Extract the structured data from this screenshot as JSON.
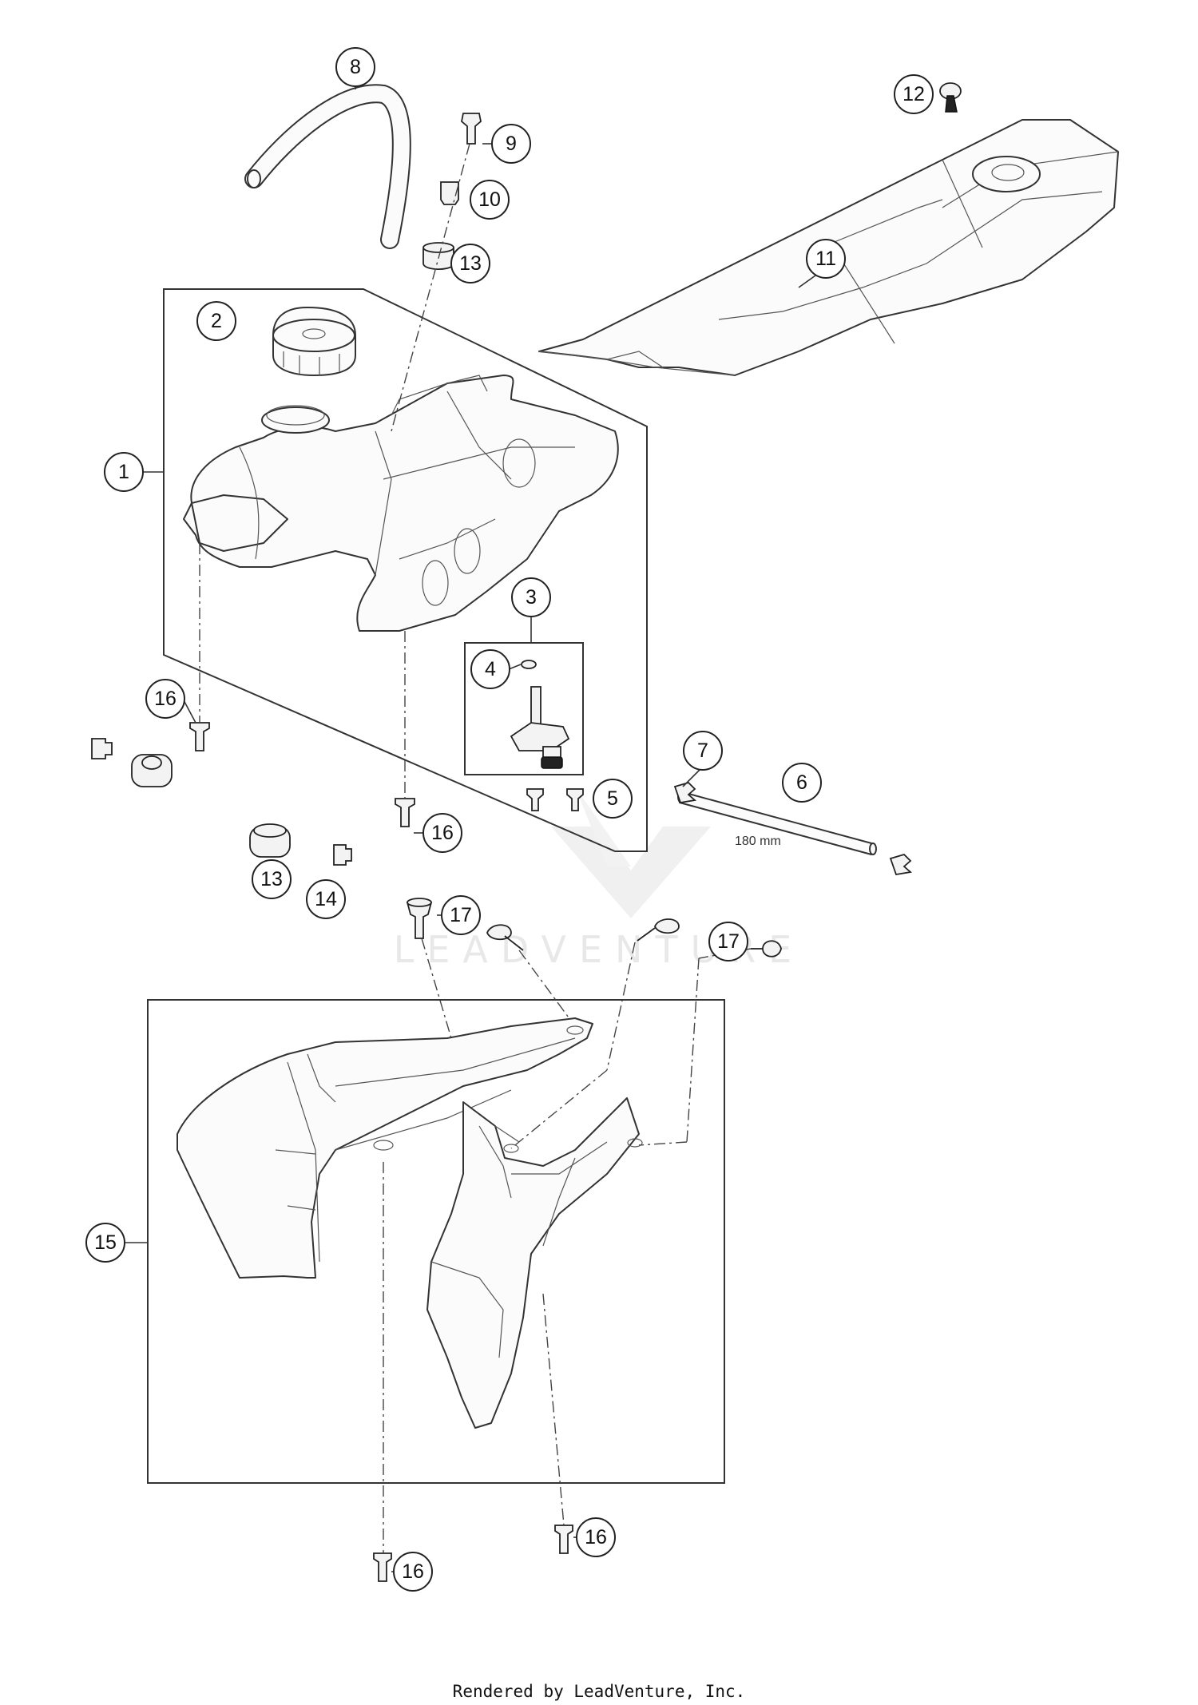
{
  "callouts": [
    {
      "id": "c1",
      "label": "1"
    },
    {
      "id": "c2",
      "label": "2"
    },
    {
      "id": "c3",
      "label": "3"
    },
    {
      "id": "c4",
      "label": "4"
    },
    {
      "id": "c5",
      "label": "5"
    },
    {
      "id": "c6",
      "label": "6"
    },
    {
      "id": "c7",
      "label": "7"
    },
    {
      "id": "c8",
      "label": "8"
    },
    {
      "id": "c9",
      "label": "9"
    },
    {
      "id": "c10",
      "label": "10"
    },
    {
      "id": "c11",
      "label": "11"
    },
    {
      "id": "c12",
      "label": "12"
    },
    {
      "id": "c13a",
      "label": "13"
    },
    {
      "id": "c13b",
      "label": "13"
    },
    {
      "id": "c14",
      "label": "14"
    },
    {
      "id": "c15",
      "label": "15"
    },
    {
      "id": "c16a",
      "label": "16"
    },
    {
      "id": "c16b",
      "label": "16"
    },
    {
      "id": "c16c",
      "label": "16"
    },
    {
      "id": "c16d",
      "label": "16"
    },
    {
      "id": "c17a",
      "label": "17"
    },
    {
      "id": "c17b",
      "label": "17"
    }
  ],
  "dimension_label": "180 mm",
  "watermark": "LEADVENTURE",
  "footer": "Rendered by LeadVenture, Inc."
}
